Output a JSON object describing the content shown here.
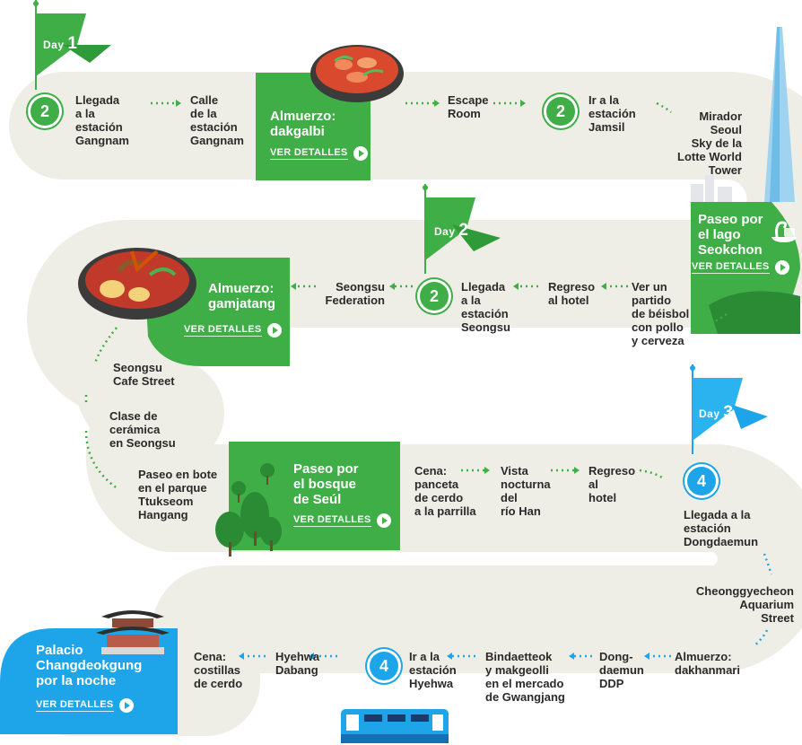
{
  "colors": {
    "green": "#3fae47",
    "blue": "#1ea5e9",
    "road": "#efeee6"
  },
  "day1": {
    "label": "Day",
    "num": "1"
  },
  "day2": {
    "label": "Day",
    "num": "2"
  },
  "day3": {
    "label": "Day",
    "num": "3"
  },
  "details_label": "VER DETALLES",
  "row1": {
    "badge1": "2",
    "llegada": "Llegada\na la\nestación\nGangnam",
    "calle": "Calle\nde la\nestación\nGangnam",
    "almuerzo": "Almuerzo:\ndakgalbi",
    "escape": "Escape\nRoom",
    "badge2": "2",
    "jamsil": "Ir a la\nestación\nJamsil",
    "mirador": "Mirador\nSeoul\nSky de la\nLotte World\nTower",
    "lago": "Paseo por\nel lago\nSeokchon"
  },
  "row2": {
    "beisbol": "Ver un\npartido\nde béisbol\ncon pollo\ny cerveza",
    "regreso": "Regreso\nal hotel",
    "badge": "2",
    "seongsu": "Llegada\na la\nestación\nSeongsu",
    "federation": "Seongsu\nFederation",
    "almuerzo": "Almuerzo:\ngamjatang"
  },
  "row3": {
    "cafe": "Seongsu\nCafe Street",
    "ceramica": "Clase de\ncerámica\nen Seongsu",
    "bote": "Paseo en bote\nen el parque\nTtukseom\nHangang",
    "bosque": "Paseo por\nel bosque\nde Seúl",
    "cena": "Cena:\npanceta\nde cerdo\na la parrilla",
    "vista": "Vista\nnocturna\ndel\nrío Han",
    "regreso": "Regreso\nal\nhotel",
    "badge": "4",
    "dongdaemun": "Llegada a la\nestación\nDongdaemun"
  },
  "row4": {
    "cheong": "Cheonggyecheon\nAquarium\nStreet",
    "dakhan": "Almuerzo:\ndakhanmari",
    "ddp": "Dong-\ndaemun\nDDP",
    "bindae": "Bindaetteok\ny makgeolli\nen el mercado\nde Gwangjang",
    "hyehwa": "Ir a la\nestación\nHyehwa",
    "badge": "4",
    "dabang": "Hyehwa\nDabang",
    "costillas": "Cena:\ncostillas\nde cerdo",
    "palacio": "Palacio\nChangdeokgung\npor la noche"
  }
}
